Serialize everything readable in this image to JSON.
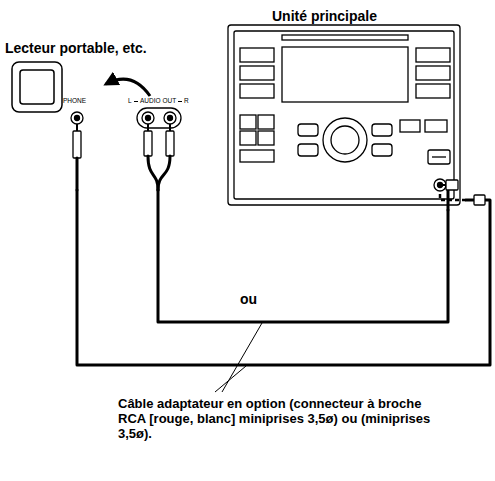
{
  "diagram": {
    "caption": "Câble adaptateur en option (connecteur à broche RCA [rouge, blanc] miniprises 3,5ø) ou (miniprises 3,5ø).",
    "nodes": [
      {
        "text": [
          "Unité principale"
        ]
      },
      {
        "text": [
          "Lecteur portable, etc."
        ]
      }
    ],
    "edges": [
      {
        "from": 1,
        "to": 0,
        "arrow": "none"
      },
      {
        "from": 1,
        "to": 0,
        "arrow": "none"
      }
    ],
    "labels": [
      "PHONE",
      "L",
      "AUDIO OUT",
      "R",
      "ou"
    ]
  }
}
